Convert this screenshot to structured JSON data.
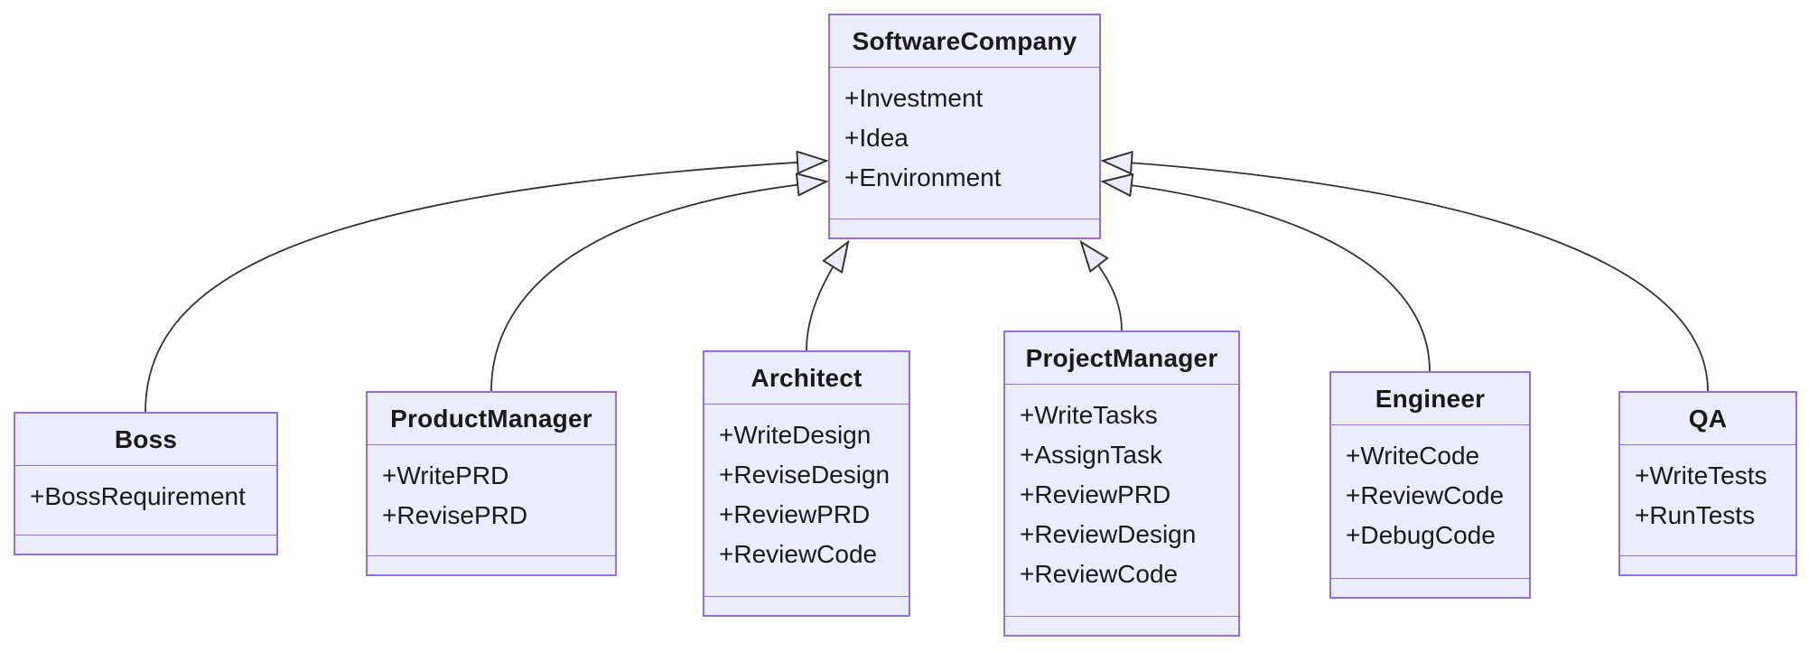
{
  "diagram": {
    "type": "uml-class-diagram",
    "colors": {
      "node_fill": "#ECECFF",
      "node_border": "#9370DB",
      "edge_line": "#333333",
      "arrowhead_fill": "#ECECFF",
      "text": "#1a1a1a",
      "background": "#ffffff"
    },
    "classes": [
      {
        "name": "SoftwareCompany",
        "members": [
          "+Investment",
          "+Idea",
          "+Environment"
        ],
        "methods": []
      },
      {
        "name": "Boss",
        "members": [
          "+BossRequirement"
        ],
        "methods": []
      },
      {
        "name": "ProductManager",
        "members": [
          "+WritePRD",
          "+RevisePRD"
        ],
        "methods": []
      },
      {
        "name": "Architect",
        "members": [
          "+WriteDesign",
          "+ReviseDesign",
          "+ReviewPRD",
          "+ReviewCode"
        ],
        "methods": []
      },
      {
        "name": "ProjectManager",
        "members": [
          "+WriteTasks",
          "+AssignTask",
          "+ReviewPRD",
          "+ReviewDesign",
          "+ReviewCode"
        ],
        "methods": []
      },
      {
        "name": "Engineer",
        "members": [
          "+WriteCode",
          "+ReviewCode",
          "+DebugCode"
        ],
        "methods": []
      },
      {
        "name": "QA",
        "members": [
          "+WriteTests",
          "+RunTests"
        ],
        "methods": []
      }
    ],
    "relations": [
      {
        "from": "Boss",
        "to": "SoftwareCompany",
        "type": "inheritance"
      },
      {
        "from": "ProductManager",
        "to": "SoftwareCompany",
        "type": "inheritance"
      },
      {
        "from": "Architect",
        "to": "SoftwareCompany",
        "type": "inheritance"
      },
      {
        "from": "ProjectManager",
        "to": "SoftwareCompany",
        "type": "inheritance"
      },
      {
        "from": "Engineer",
        "to": "SoftwareCompany",
        "type": "inheritance"
      },
      {
        "from": "QA",
        "to": "SoftwareCompany",
        "type": "inheritance"
      }
    ]
  }
}
